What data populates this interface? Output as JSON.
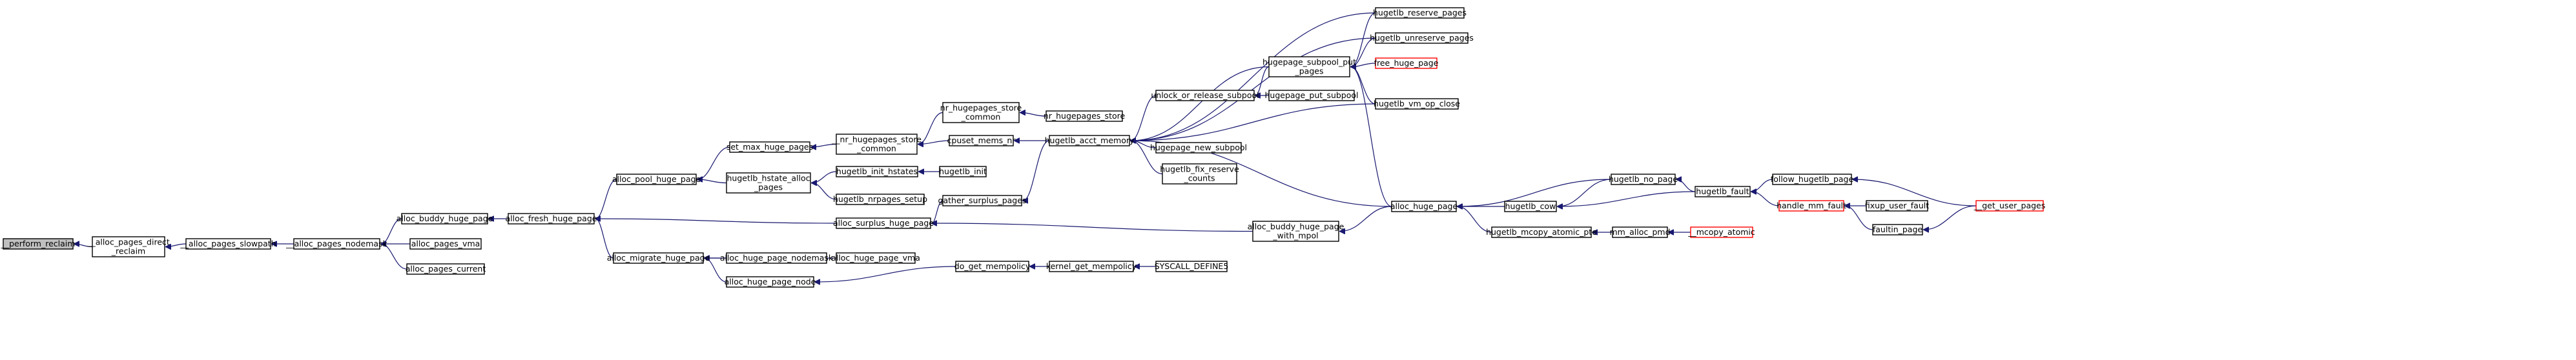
{
  "colors": {
    "edge": "#191970",
    "box_stroke": "#000000",
    "highlight_stroke": "#ff0000",
    "root_fill": "#bfbfbf",
    "node_fill": "#ffffff",
    "text": "#000000"
  },
  "nodes": [
    {
      "id": "perform_reclaim",
      "lines": [
        "__perform_reclaim"
      ],
      "style": "root"
    },
    {
      "id": "alloc_pages_direct_reclaim",
      "lines": [
        "__alloc_pages_direct",
        "_reclaim"
      ]
    },
    {
      "id": "alloc_pages_slowpath",
      "lines": [
        "__alloc_pages_slowpath"
      ]
    },
    {
      "id": "alloc_pages_nodemask",
      "lines": [
        "__alloc_pages_nodemask"
      ]
    },
    {
      "id": "alloc_buddy_huge_page",
      "lines": [
        "alloc_buddy_huge_page"
      ]
    },
    {
      "id": "alloc_pages_vma",
      "lines": [
        "alloc_pages_vma"
      ]
    },
    {
      "id": "alloc_pages_current",
      "lines": [
        "alloc_pages_current"
      ]
    },
    {
      "id": "alloc_fresh_huge_page",
      "lines": [
        "alloc_fresh_huge_page"
      ]
    },
    {
      "id": "alloc_pool_huge_page",
      "lines": [
        "alloc_pool_huge_page"
      ]
    },
    {
      "id": "alloc_surplus_huge_page",
      "lines": [
        "alloc_surplus_huge_page"
      ]
    },
    {
      "id": "alloc_migrate_huge_page",
      "lines": [
        "alloc_migrate_huge_page"
      ]
    },
    {
      "id": "set_max_huge_pages",
      "lines": [
        "set_max_huge_pages"
      ]
    },
    {
      "id": "hugetlb_hstate_alloc_pages",
      "lines": [
        "hugetlb_hstate_alloc",
        "_pages"
      ]
    },
    {
      "id": "gather_surplus_pages",
      "lines": [
        "gather_surplus_pages"
      ]
    },
    {
      "id": "alloc_buddy_huge_page_with_mpol",
      "lines": [
        "alloc_buddy_huge_page",
        "_with_mpol"
      ]
    },
    {
      "id": "alloc_huge_page_nodemask",
      "lines": [
        "alloc_huge_page_nodemask"
      ]
    },
    {
      "id": "alloc_huge_page_node",
      "lines": [
        "alloc_huge_page_node"
      ]
    },
    {
      "id": "alloc_huge_page_vma",
      "lines": [
        "alloc_huge_page_vma"
      ]
    },
    {
      "id": "nr_hugepages_store_common",
      "lines": [
        "__nr_hugepages_store",
        "_common"
      ]
    },
    {
      "id": "hugetlb_init_hstates",
      "lines": [
        "hugetlb_init_hstates"
      ]
    },
    {
      "id": "hugetlb_nrpages_setup",
      "lines": [
        "hugetlb_nrpages_setup"
      ]
    },
    {
      "id": "do_get_mempolicy",
      "lines": [
        "do_get_mempolicy"
      ]
    },
    {
      "id": "nr_hugepages_store_common2",
      "lines": [
        "nr_hugepages_store",
        "_common"
      ]
    },
    {
      "id": "cpuset_mems_nr",
      "lines": [
        "cpuset_mems_nr"
      ]
    },
    {
      "id": "hugetlb_init",
      "lines": [
        "hugetlb_init"
      ]
    },
    {
      "id": "kernel_get_mempolicy",
      "lines": [
        "kernel_get_mempolicy"
      ]
    },
    {
      "id": "nr_hugepages_store",
      "lines": [
        "nr_hugepages_store"
      ]
    },
    {
      "id": "hugetlb_acct_memory",
      "lines": [
        "hugetlb_acct_memory"
      ]
    },
    {
      "id": "syscall_define5",
      "lines": [
        "SYSCALL_DEFINE5"
      ]
    },
    {
      "id": "unlock_or_release_subpool",
      "lines": [
        "unlock_or_release_subpool"
      ]
    },
    {
      "id": "hugepage_new_subpool",
      "lines": [
        "hugepage_new_subpool"
      ]
    },
    {
      "id": "hugetlb_fix_reserve_counts",
      "lines": [
        "hugetlb_fix_reserve",
        "_counts"
      ]
    },
    {
      "id": "alloc_huge_page",
      "lines": [
        "alloc_huge_page"
      ]
    },
    {
      "id": "hugepage_subpool_put_pages",
      "lines": [
        "hugepage_subpool_put",
        "_pages"
      ]
    },
    {
      "id": "hugepage_put_subpool",
      "lines": [
        "hugepage_put_subpool"
      ]
    },
    {
      "id": "hugetlb_cow",
      "lines": [
        "hugetlb_cow"
      ]
    },
    {
      "id": "hugetlb_mcopy_atomic_pte",
      "lines": [
        "hugetlb_mcopy_atomic_pte"
      ]
    },
    {
      "id": "hugetlb_reserve_pages",
      "lines": [
        "hugetlb_reserve_pages"
      ]
    },
    {
      "id": "hugetlb_unreserve_pages",
      "lines": [
        "hugetlb_unreserve_pages"
      ]
    },
    {
      "id": "free_huge_page",
      "lines": [
        "free_huge_page"
      ],
      "style": "highlight"
    },
    {
      "id": "hugetlb_vm_op_close",
      "lines": [
        "hugetlb_vm_op_close"
      ]
    },
    {
      "id": "hugetlb_no_page",
      "lines": [
        "hugetlb_no_page"
      ]
    },
    {
      "id": "mm_alloc_pmd",
      "lines": [
        "mm_alloc_pmd"
      ]
    },
    {
      "id": "hugetlb_fault",
      "lines": [
        "hugetlb_fault"
      ]
    },
    {
      "id": "mcopy_atomic",
      "lines": [
        "__mcopy_atomic"
      ],
      "style": "highlight"
    },
    {
      "id": "follow_hugetlb_page",
      "lines": [
        "follow_hugetlb_page"
      ]
    },
    {
      "id": "handle_mm_fault",
      "lines": [
        "handle_mm_fault"
      ],
      "style": "highlight"
    },
    {
      "id": "fixup_user_fault",
      "lines": [
        "fixup_user_fault"
      ]
    },
    {
      "id": "faultin_page",
      "lines": [
        "faultin_page"
      ]
    },
    {
      "id": "get_user_pages",
      "lines": [
        "__get_user_pages"
      ],
      "style": "highlight"
    }
  ],
  "edges": [
    {
      "from": "alloc_pages_direct_reclaim",
      "to": "perform_reclaim"
    },
    {
      "from": "alloc_pages_slowpath",
      "to": "alloc_pages_direct_reclaim"
    },
    {
      "from": "alloc_pages_nodemask",
      "to": "alloc_pages_slowpath"
    },
    {
      "from": "alloc_buddy_huge_page",
      "to": "alloc_pages_nodemask"
    },
    {
      "from": "alloc_pages_vma",
      "to": "alloc_pages_nodemask"
    },
    {
      "from": "alloc_pages_current",
      "to": "alloc_pages_nodemask"
    },
    {
      "from": "alloc_fresh_huge_page",
      "to": "alloc_buddy_huge_page"
    },
    {
      "from": "alloc_pool_huge_page",
      "to": "alloc_fresh_huge_page"
    },
    {
      "from": "alloc_surplus_huge_page",
      "to": "alloc_fresh_huge_page"
    },
    {
      "from": "alloc_migrate_huge_page",
      "to": "alloc_fresh_huge_page"
    },
    {
      "from": "set_max_huge_pages",
      "to": "alloc_pool_huge_page"
    },
    {
      "from": "hugetlb_hstate_alloc_pages",
      "to": "alloc_pool_huge_page"
    },
    {
      "from": "gather_surplus_pages",
      "to": "alloc_surplus_huge_page"
    },
    {
      "from": "alloc_buddy_huge_page_with_mpol",
      "to": "alloc_surplus_huge_page"
    },
    {
      "from": "alloc_huge_page_nodemask",
      "to": "alloc_migrate_huge_page"
    },
    {
      "from": "alloc_huge_page_node",
      "to": "alloc_migrate_huge_page"
    },
    {
      "from": "alloc_huge_page_vma",
      "to": "alloc_migrate_huge_page"
    },
    {
      "from": "nr_hugepages_store_common",
      "to": "set_max_huge_pages"
    },
    {
      "from": "hugetlb_init_hstates",
      "to": "hugetlb_hstate_alloc_pages"
    },
    {
      "from": "hugetlb_nrpages_setup",
      "to": "hugetlb_hstate_alloc_pages"
    },
    {
      "from": "hugetlb_acct_memory",
      "to": "gather_surplus_pages"
    },
    {
      "from": "alloc_huge_page",
      "to": "alloc_buddy_huge_page_with_mpol"
    },
    {
      "from": "do_get_mempolicy",
      "to": "alloc_huge_page_node"
    },
    {
      "from": "nr_hugepages_store_common2",
      "to": "nr_hugepages_store_common"
    },
    {
      "from": "cpuset_mems_nr",
      "to": "nr_hugepages_store_common"
    },
    {
      "from": "hugetlb_init",
      "to": "hugetlb_init_hstates"
    },
    {
      "from": "kernel_get_mempolicy",
      "to": "do_get_mempolicy"
    },
    {
      "from": "nr_hugepages_store",
      "to": "nr_hugepages_store_common2"
    },
    {
      "from": "hugetlb_acct_memory",
      "to": "cpuset_mems_nr"
    },
    {
      "from": "syscall_define5",
      "to": "kernel_get_mempolicy"
    },
    {
      "from": "unlock_or_release_subpool",
      "to": "hugetlb_acct_memory"
    },
    {
      "from": "hugepage_new_subpool",
      "to": "hugetlb_acct_memory"
    },
    {
      "from": "hugetlb_fix_reserve_counts",
      "to": "hugetlb_acct_memory"
    },
    {
      "from": "alloc_huge_page",
      "to": "hugetlb_acct_memory"
    },
    {
      "from": "hugepage_subpool_put_pages",
      "to": "hugetlb_acct_memory"
    },
    {
      "from": "hugetlb_reserve_pages",
      "to": "hugetlb_acct_memory"
    },
    {
      "from": "hugetlb_unreserve_pages",
      "to": "hugetlb_acct_memory"
    },
    {
      "from": "hugetlb_vm_op_close",
      "to": "hugetlb_acct_memory"
    },
    {
      "from": "hugepage_subpool_put_pages",
      "to": "unlock_or_release_subpool"
    },
    {
      "from": "hugepage_put_subpool",
      "to": "unlock_or_release_subpool"
    },
    {
      "from": "hugetlb_cow",
      "to": "alloc_huge_page"
    },
    {
      "from": "hugetlb_mcopy_atomic_pte",
      "to": "alloc_huge_page"
    },
    {
      "from": "hugetlb_no_page",
      "to": "alloc_huge_page"
    },
    {
      "from": "hugetlb_reserve_pages",
      "to": "hugepage_subpool_put_pages"
    },
    {
      "from": "hugetlb_unreserve_pages",
      "to": "hugepage_subpool_put_pages"
    },
    {
      "from": "free_huge_page",
      "to": "hugepage_subpool_put_pages"
    },
    {
      "from": "hugetlb_vm_op_close",
      "to": "hugepage_subpool_put_pages"
    },
    {
      "from": "alloc_huge_page",
      "to": "hugepage_subpool_put_pages"
    },
    {
      "from": "hugetlb_no_page",
      "to": "hugetlb_cow"
    },
    {
      "from": "hugetlb_fault",
      "to": "hugetlb_cow"
    },
    {
      "from": "mm_alloc_pmd",
      "to": "hugetlb_mcopy_atomic_pte"
    },
    {
      "from": "hugetlb_fault",
      "to": "hugetlb_no_page"
    },
    {
      "from": "mcopy_atomic",
      "to": "mm_alloc_pmd"
    },
    {
      "from": "follow_hugetlb_page",
      "to": "hugetlb_fault"
    },
    {
      "from": "handle_mm_fault",
      "to": "hugetlb_fault"
    },
    {
      "from": "get_user_pages",
      "to": "follow_hugetlb_page"
    },
    {
      "from": "fixup_user_fault",
      "to": "handle_mm_fault"
    },
    {
      "from": "faultin_page",
      "to": "handle_mm_fault"
    },
    {
      "from": "get_user_pages",
      "to": "faultin_page"
    }
  ]
}
